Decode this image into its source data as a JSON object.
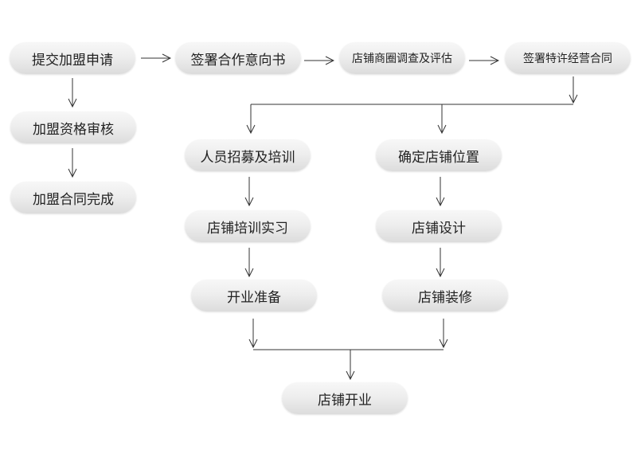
{
  "steps": {
    "submit_application": "提交加盟申请",
    "sign_intent": "签署合作意向书",
    "site_survey": "店铺商圈调查及评估",
    "sign_franchise": "签署特许经营合同",
    "review_qualification": "加盟资格审核",
    "complete_contract": "加盟合同完成",
    "recruit_staff": "人员招募及培训",
    "confirm_location": "确定店铺位置",
    "store_training": "店铺培训实习",
    "store_design": "店铺设计",
    "opening_prep": "开业准备",
    "store_decoration": "店铺装修",
    "store_opening": "店铺开业"
  }
}
